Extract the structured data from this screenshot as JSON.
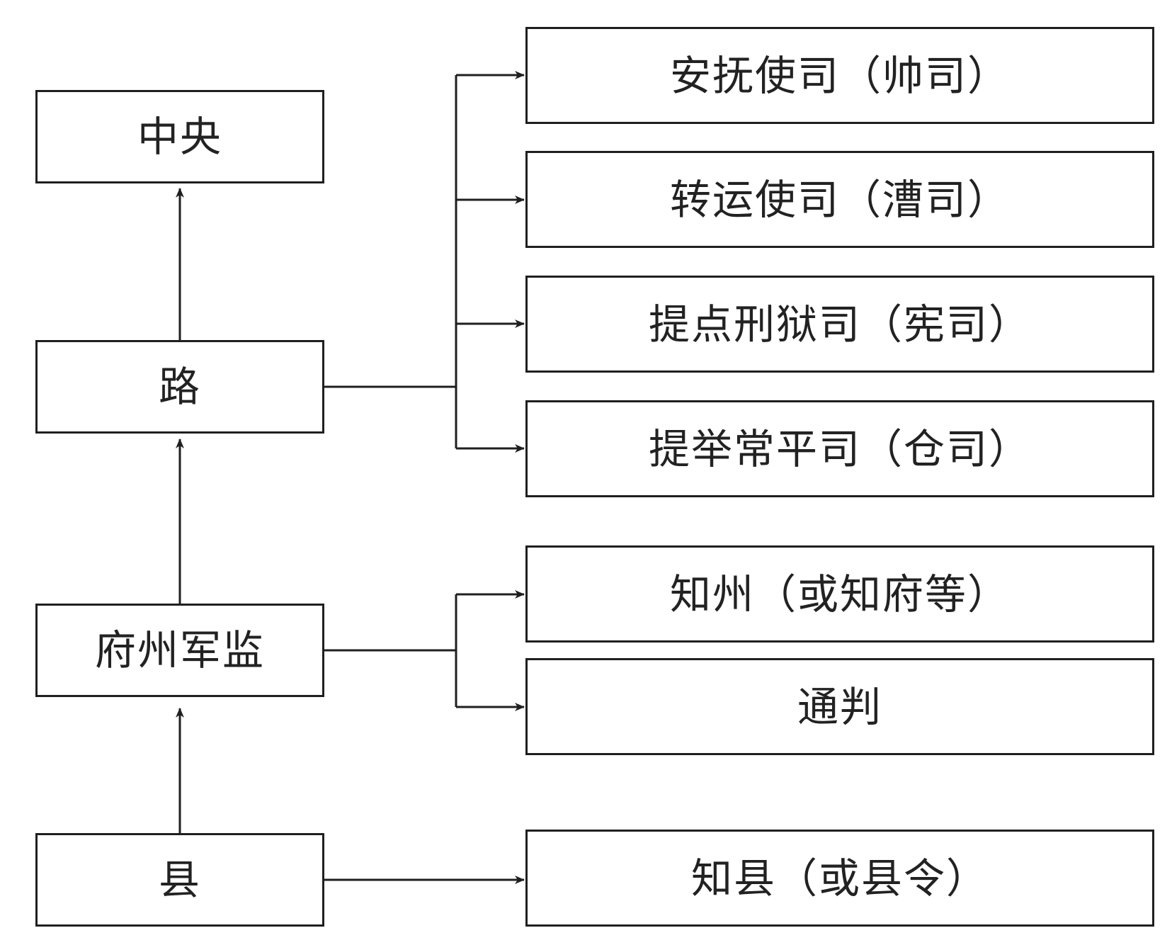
{
  "diagram": {
    "levels": [
      {
        "id": "central",
        "label": "中央"
      },
      {
        "id": "lu",
        "label": "路"
      },
      {
        "id": "fuzhoujunjian",
        "label": "府州军监"
      },
      {
        "id": "xian",
        "label": "县"
      }
    ],
    "offices": {
      "lu": [
        {
          "id": "anfushi",
          "label": "安抚使司（帅司）"
        },
        {
          "id": "zhuanyunshi",
          "label": "转运使司（漕司）"
        },
        {
          "id": "tidianxingyu",
          "label": "提点刑狱司（宪司）"
        },
        {
          "id": "tijuchangping",
          "label": "提举常平司（仓司）"
        }
      ],
      "fuzhoujunjian": [
        {
          "id": "zhizhou",
          "label": "知州（或知府等）"
        },
        {
          "id": "tongpan",
          "label": "通判"
        }
      ],
      "xian": [
        {
          "id": "zhixian",
          "label": "知县（或县令）"
        }
      ]
    },
    "colors": {
      "line": "#1f1f1f",
      "box_border": "#1f1f1f",
      "background": "#ffffff"
    }
  }
}
